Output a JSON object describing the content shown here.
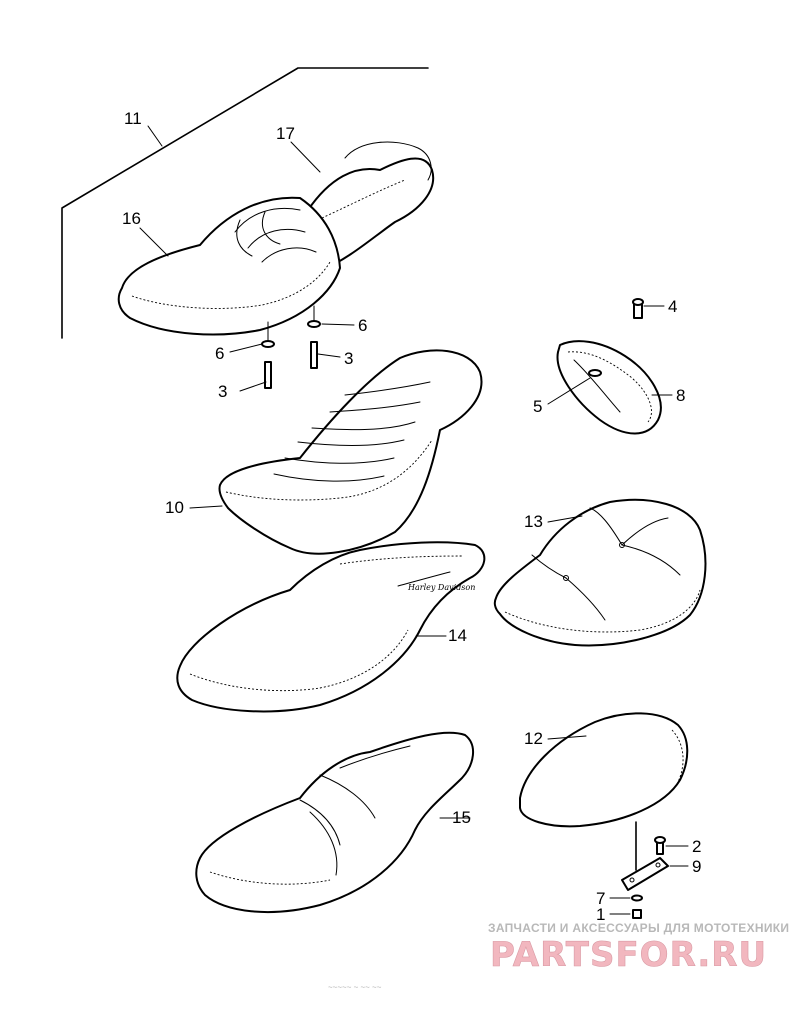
{
  "diagram": {
    "callouts": {
      "c1": "1",
      "c2": "2",
      "c3a": "3",
      "c3b": "3",
      "c4": "4",
      "c5": "5",
      "c6a": "6",
      "c6b": "6",
      "c7": "7",
      "c8": "8",
      "c9": "9",
      "c10": "10",
      "c11": "11",
      "c12": "12",
      "c13": "13",
      "c14": "14",
      "c15": "15",
      "c16": "16",
      "c17": "17"
    },
    "logo_script": "Harley Davidson"
  },
  "watermark": {
    "tagline": "ЗАПЧАСТИ И АКСЕССУАРЫ ДЛЯ МОТОТЕХНИКИ",
    "logo_text": "PARTSFOR.RU"
  },
  "footer": {
    "faint_text": "~~~~~ ~ ~~ ~~"
  }
}
